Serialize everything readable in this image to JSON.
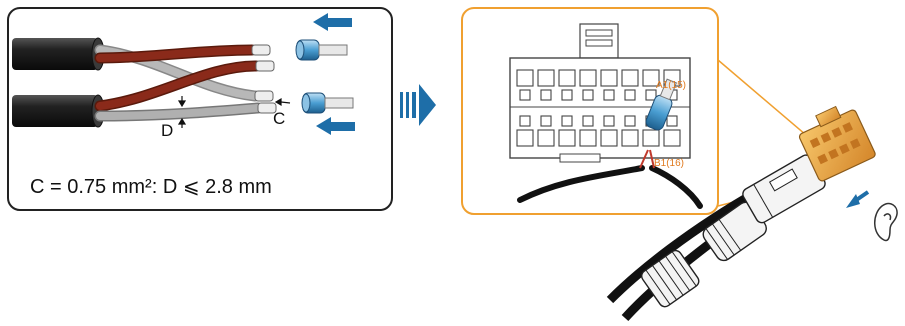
{
  "left_panel": {
    "label_c": "C",
    "label_d": "D",
    "formula": "C = 0.75 mm²: D ⩽ 2.8 mm"
  },
  "detail_panel": {
    "pin_top": "A1(15)",
    "pin_bottom": "B1(16)"
  },
  "colors": {
    "arrow_blue": "#1e6ea8",
    "accent_orange": "#f0a030",
    "wire_red": "#8a2a1a",
    "wire_gray": "#a8a8a8",
    "cable_black": "#1a1a1a"
  }
}
